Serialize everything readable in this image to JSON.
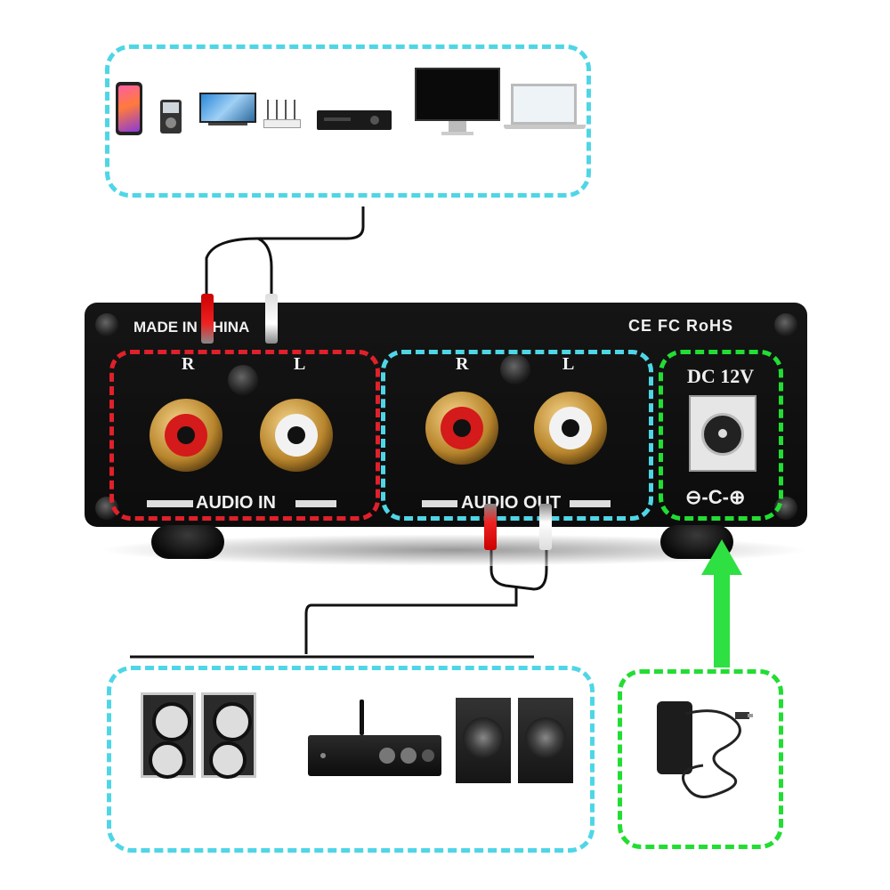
{
  "panel": {
    "made_in": "MADE IN CHINA",
    "certs": "CE FC RoHS",
    "input": {
      "r": "R",
      "l": "L",
      "label": "AUDIO IN"
    },
    "output": {
      "r": "R",
      "l": "L",
      "label": "AUDIO OUT"
    },
    "power": {
      "label": "DC 12V",
      "polarity": "⊖-C-⊕"
    }
  },
  "top_devices": [
    "phone-icon",
    "mp3-player-icon",
    "tv-icon",
    "router-icon",
    "cd-player-icon",
    "imac-icon",
    "laptop-icon"
  ],
  "bottom_devices": [
    "bookshelf-speakers-icon",
    "amplifier-icon",
    "studio-speakers-icon"
  ],
  "power_device": "power-adapter-icon",
  "colors": {
    "cyan": "#4fd6e6",
    "green": "#22dd33",
    "red": "#e0202a"
  }
}
